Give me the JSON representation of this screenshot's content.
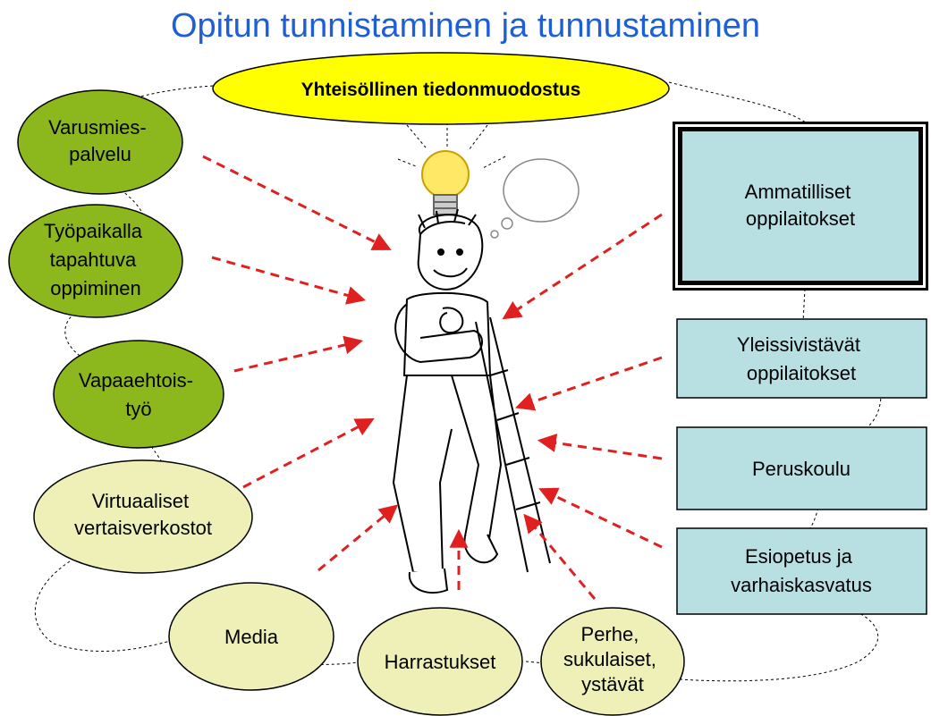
{
  "title": "Opitun tunnistaminen ja tunnustaminen",
  "center": {
    "line1": "Yhteisöllinen tiedonmuodostus"
  },
  "left_nodes": {
    "n1": [
      "Varusmies-",
      "palvelu"
    ],
    "n2": [
      "Työpaikalla",
      "tapahtuva",
      "oppiminen"
    ],
    "n3": [
      "Vapaaehtois-",
      "työ"
    ],
    "n4": [
      "Virtuaaliset",
      "vertaisverkostot"
    ]
  },
  "bottom_nodes": {
    "n5": [
      "Media"
    ],
    "n6": [
      "Harrastukset"
    ],
    "n7": [
      "Perhe,",
      "sukulaiset,",
      "ystävät"
    ]
  },
  "right_nodes": {
    "r1": [
      "Ammatilliset",
      "oppilaitokset"
    ],
    "r2": [
      "Yleissivistävät",
      "oppilaitokset"
    ],
    "r3": [
      "Peruskoulu"
    ],
    "r4": [
      "Esiopetus ja",
      "varhaiskasvatus"
    ]
  },
  "colors": {
    "title": "#1e5fd6",
    "green": "#8cb81e",
    "light_green": "#eef0b8",
    "yellow": "#ffff00",
    "teal_box": "#b8dfe2",
    "arrow": "#e02020"
  }
}
